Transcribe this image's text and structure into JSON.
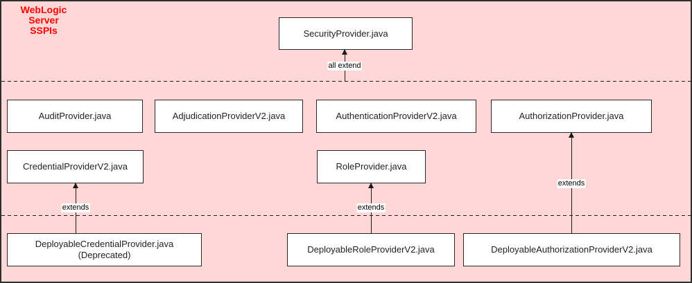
{
  "header": {
    "title_line1": "WebLogic Server",
    "title_line2": "SSPIs"
  },
  "nodes": {
    "security": "SecurityProvider.java",
    "audit": "AuditProvider.java",
    "adjudication": "AdjudicationProviderV2.java",
    "authentication": "AuthenticationProviderV2.java",
    "authorization": "AuthorizationProvider.java",
    "credential": "CredentialProviderV2.java",
    "role": "RoleProvider.java",
    "deployable_credential": "DeployableCredentialProvider.java",
    "deployable_credential_note": "(Deprecated)",
    "deployable_role": "DeployableRoleProviderV2.java",
    "deployable_authorization": "DeployableAuthorizationProviderV2.java"
  },
  "edge_labels": {
    "all_extend": "all extend",
    "extends": "extends"
  },
  "edges": [
    {
      "from": "",
      "to": "SecurityProvider.java",
      "label": "all extend"
    },
    {
      "from": "DeployableCredentialProvider.java",
      "to": "CredentialProviderV2.java",
      "label": "extends"
    },
    {
      "from": "DeployableRoleProviderV2.java",
      "to": "RoleProvider.java",
      "label": "extends"
    },
    {
      "from": "DeployableAuthorizationProviderV2.java",
      "to": "AuthorizationProvider.java",
      "label": "extends"
    }
  ],
  "colors": {
    "background": "#ffd7d7",
    "title_text": "#ff0000",
    "box_fill": "#ffffff",
    "box_border": "#262626",
    "connector": "#1a1a1a",
    "outer_border": "#2e2e2e"
  }
}
